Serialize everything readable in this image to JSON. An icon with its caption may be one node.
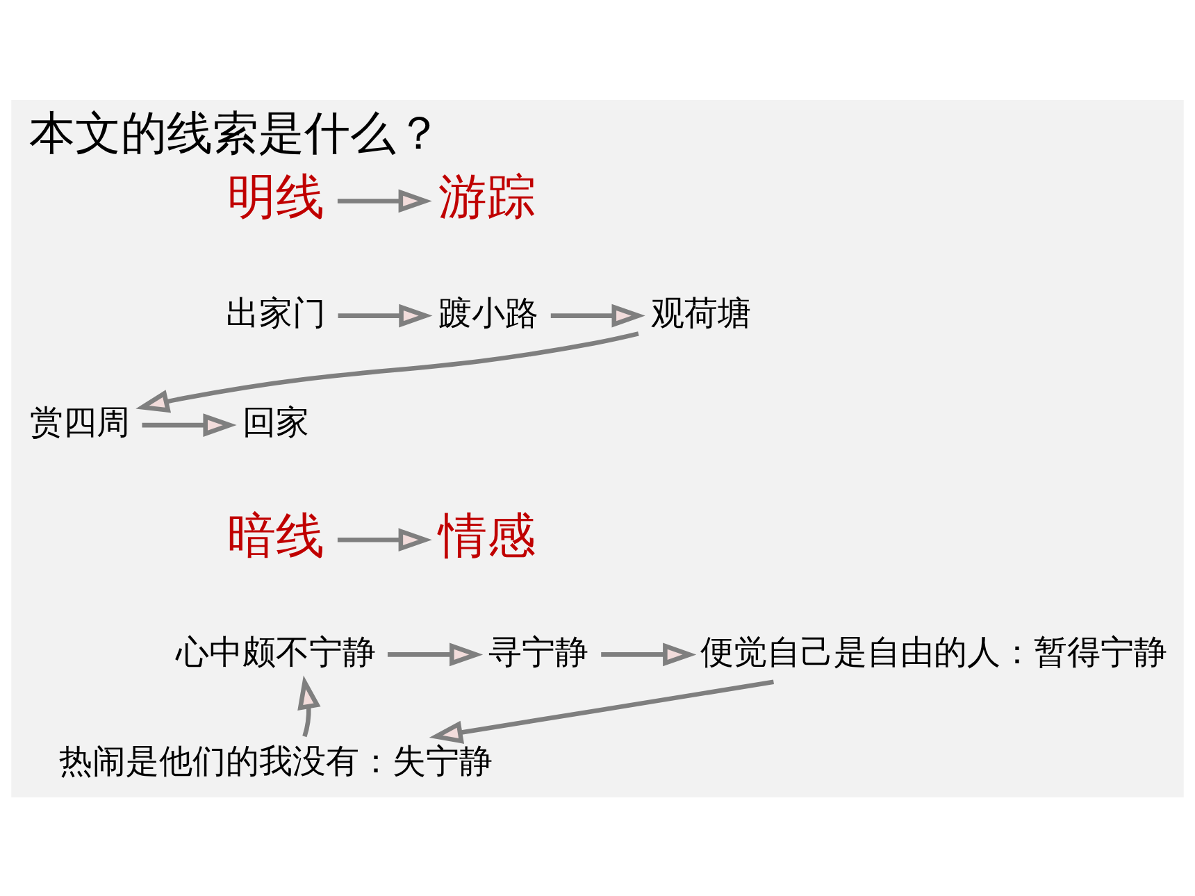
{
  "diagram": {
    "title": "本文的线索是什么？",
    "nodes": [
      {
        "text": [
          "明线"
        ]
      },
      {
        "text": [
          "游踪"
        ]
      },
      {
        "text": [
          "出家门"
        ]
      },
      {
        "text": [
          "踱小路"
        ]
      },
      {
        "text": [
          "观荷塘"
        ]
      },
      {
        "text": [
          "赏四周"
        ]
      },
      {
        "text": [
          "回家"
        ]
      },
      {
        "text": [
          "暗线"
        ]
      },
      {
        "text": [
          "情感"
        ]
      },
      {
        "text": [
          "心中颇不宁静"
        ]
      },
      {
        "text": [
          "寻宁静"
        ]
      },
      {
        "text": [
          "便觉自己是自由的人：暂得宁静"
        ]
      },
      {
        "text": [
          "热闹是他们的我没有：失宁静"
        ]
      }
    ],
    "edges": [
      {
        "from": 0,
        "to": 1,
        "arrow": "to"
      },
      {
        "from": 2,
        "to": 3,
        "arrow": "to"
      },
      {
        "from": 3,
        "to": 4,
        "arrow": "to"
      },
      {
        "from": 4,
        "to": 5,
        "arrow": "to"
      },
      {
        "from": 5,
        "to": 6,
        "arrow": "to"
      },
      {
        "from": 7,
        "to": 8,
        "arrow": "to"
      },
      {
        "from": 9,
        "to": 10,
        "arrow": "to"
      },
      {
        "from": 10,
        "to": 11,
        "arrow": "to"
      },
      {
        "from": 11,
        "to": 12,
        "arrow": "to"
      },
      {
        "from": 12,
        "to": 9,
        "arrow": "to"
      }
    ]
  }
}
